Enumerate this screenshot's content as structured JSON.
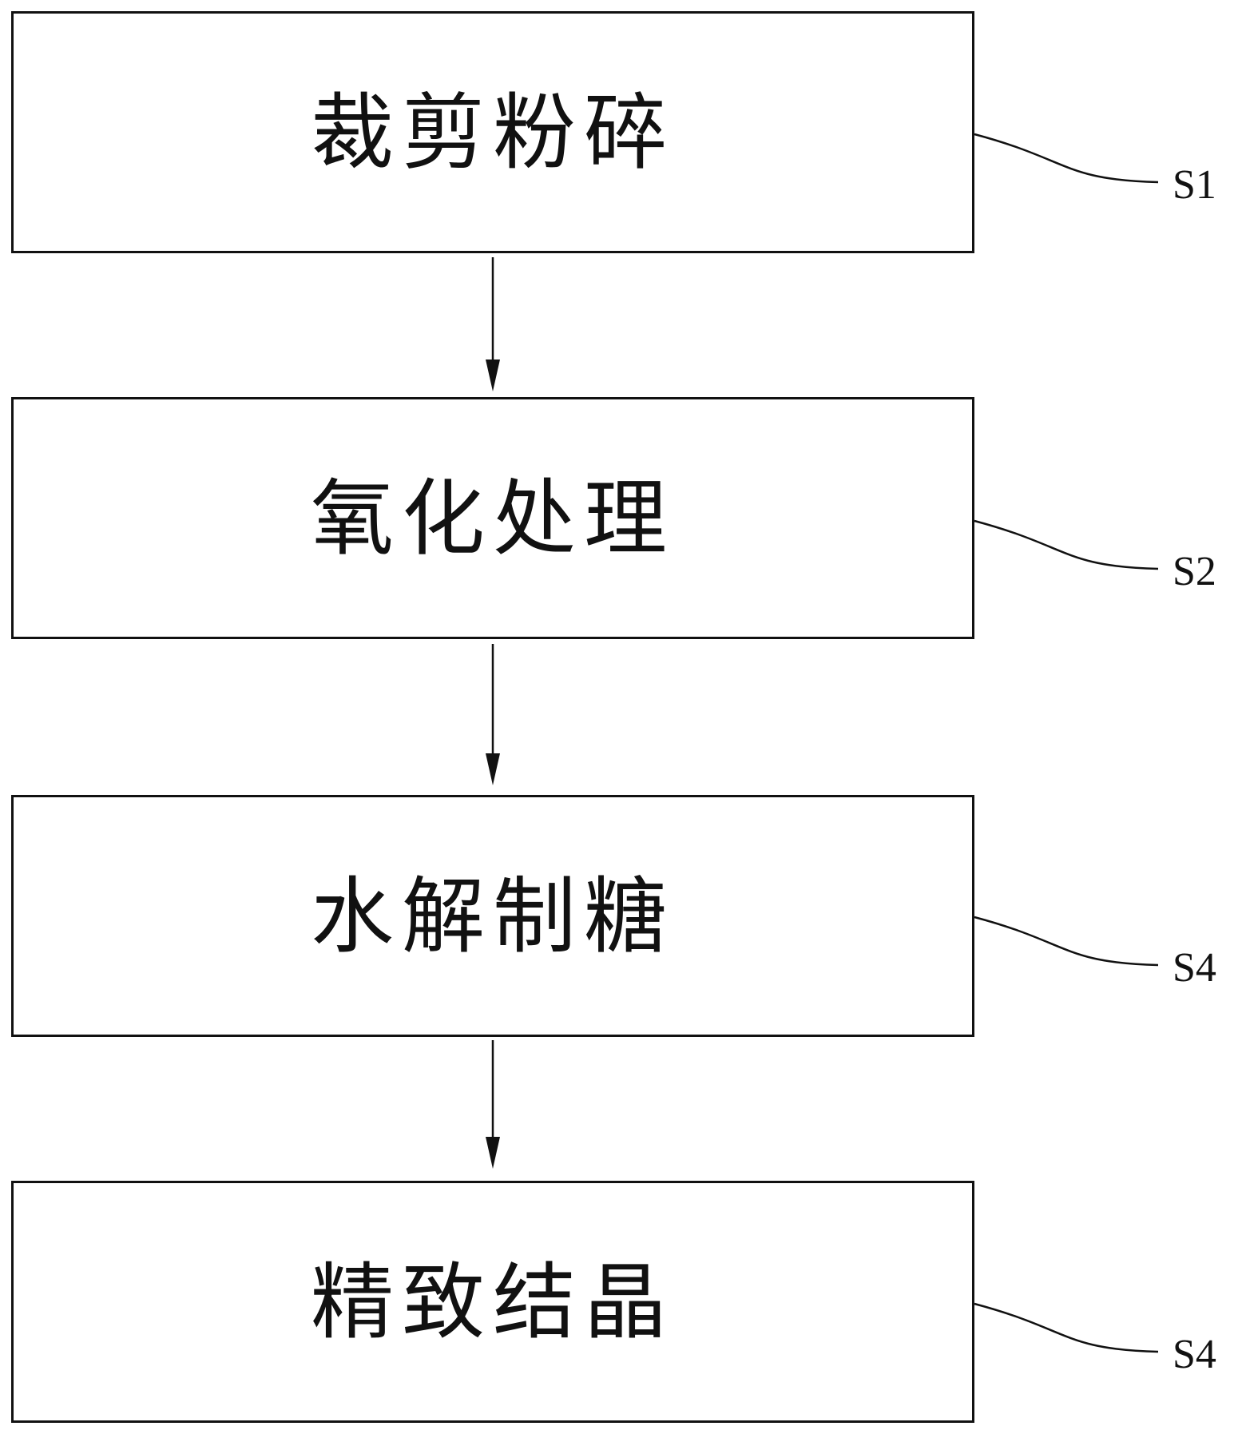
{
  "steps": [
    {
      "id": "s1",
      "label": "裁剪粉碎",
      "ref": "S1"
    },
    {
      "id": "s2",
      "label": "氧化处理",
      "ref": "S2"
    },
    {
      "id": "s3",
      "label": "水解制糖",
      "ref": "S4"
    },
    {
      "id": "s4",
      "label": "精致结晶",
      "ref": "S4"
    }
  ],
  "colors": {
    "line": "#111111",
    "background": "#ffffff"
  }
}
